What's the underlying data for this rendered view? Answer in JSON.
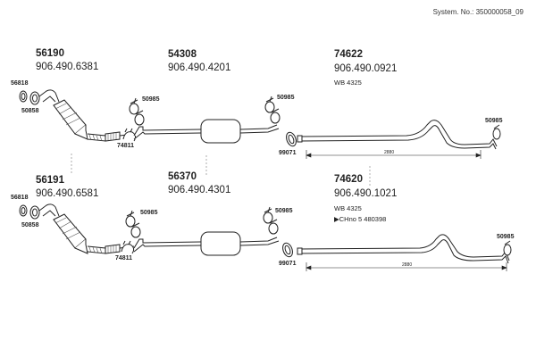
{
  "header": {
    "system_no": "System. No.: 350000058_09"
  },
  "colors": {
    "line": "#222222",
    "fill": "#ffffff",
    "hatch": "#555555"
  },
  "rows": [
    {
      "converter": {
        "part_no": "56190",
        "oem_no": "906.490.6381",
        "clamp": "56818",
        "gasket": "50858",
        "bracket": "74811"
      },
      "silencer": {
        "part_no": "54308",
        "oem_no": "906.490.4201",
        "clamp_left": "50985",
        "clamp_right": "50985",
        "gasket_right": "99071"
      },
      "tailpipe": {
        "part_no": "74622",
        "oem_no": "906.490.0921",
        "note": "WB 4325",
        "chno": "",
        "length": "2880",
        "clamp": "50985"
      }
    },
    {
      "converter": {
        "part_no": "56191",
        "oem_no": "906.490.6581",
        "clamp": "56818",
        "gasket": "50858",
        "bracket": "74811"
      },
      "silencer": {
        "part_no": "56370",
        "oem_no": "906.490.4301",
        "clamp_left": "50985",
        "clamp_right": "50985",
        "gasket_right": "99071"
      },
      "tailpipe": {
        "part_no": "74620",
        "oem_no": "906.490.1021",
        "note": "WB 4325",
        "chno": "▶CHno 5 480398",
        "length": "2880",
        "clamp": "50985"
      }
    }
  ]
}
